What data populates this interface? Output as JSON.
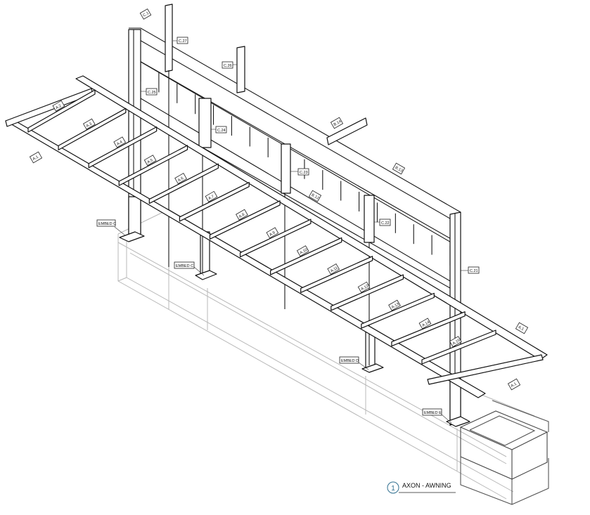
{
  "drawing": {
    "view_number": "1",
    "view_title": "AXON - AWNING"
  },
  "tags": {
    "embed": [
      "EMBED C",
      "EMBED C",
      "EMBED D",
      "EMBED E"
    ],
    "columns": [
      "C.1",
      "C.27",
      "C.26",
      "C.25",
      "C.24",
      "C.23",
      "C.22",
      "C.21"
    ],
    "beams_top": [
      "B.14",
      "B.13"
    ],
    "beams_mid": [
      "B.12"
    ],
    "awning": [
      "A.2",
      "A.3",
      "A.4",
      "A.5",
      "A.6",
      "A.7",
      "A.8",
      "A.9",
      "A.10",
      "A.11",
      "A.12",
      "A.13",
      "A.14",
      "A.15"
    ],
    "awning_edges": [
      "A.1",
      "A.1",
      "A.1"
    ]
  },
  "colors": {
    "line": "#111111",
    "foundation": "#b8b8b8",
    "view_circle": "#2f6f8f"
  }
}
